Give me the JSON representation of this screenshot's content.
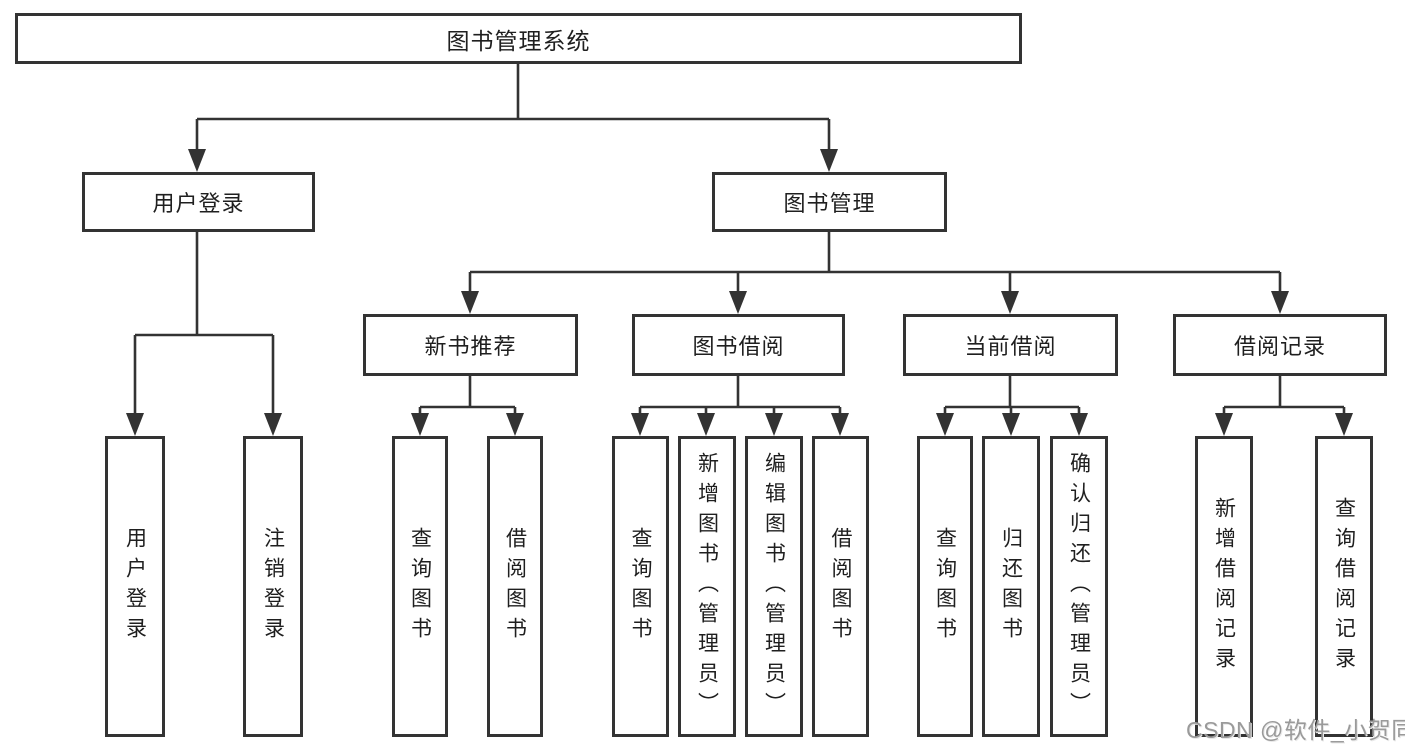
{
  "tree": {
    "root": "图书管理系统",
    "user_login": {
      "label": "用户登录",
      "children": [
        "用户登录",
        "注销登录"
      ]
    },
    "book_management": {
      "label": "图书管理",
      "new_book_recommend": {
        "label": "新书推荐",
        "children": [
          "查询图书",
          "借阅图书"
        ]
      },
      "book_borrow": {
        "label": "图书借阅",
        "children": [
          "查询图书",
          "新增图书（管理员）",
          "编辑图书（管理员）",
          "借阅图书"
        ]
      },
      "current_borrow": {
        "label": "当前借阅",
        "children": [
          "查询图书",
          "归还图书",
          "确认归还（管理员）"
        ]
      },
      "borrow_records": {
        "label": "借阅记录",
        "children": [
          "新增借阅记录",
          "查询借阅记录"
        ]
      }
    }
  },
  "colors": {
    "line": "#333333",
    "box_background": "#ffffff",
    "text": "#1f1f1f",
    "watermark": "#9a9a9a"
  },
  "watermark": "CSDN @软件_小贺同学"
}
